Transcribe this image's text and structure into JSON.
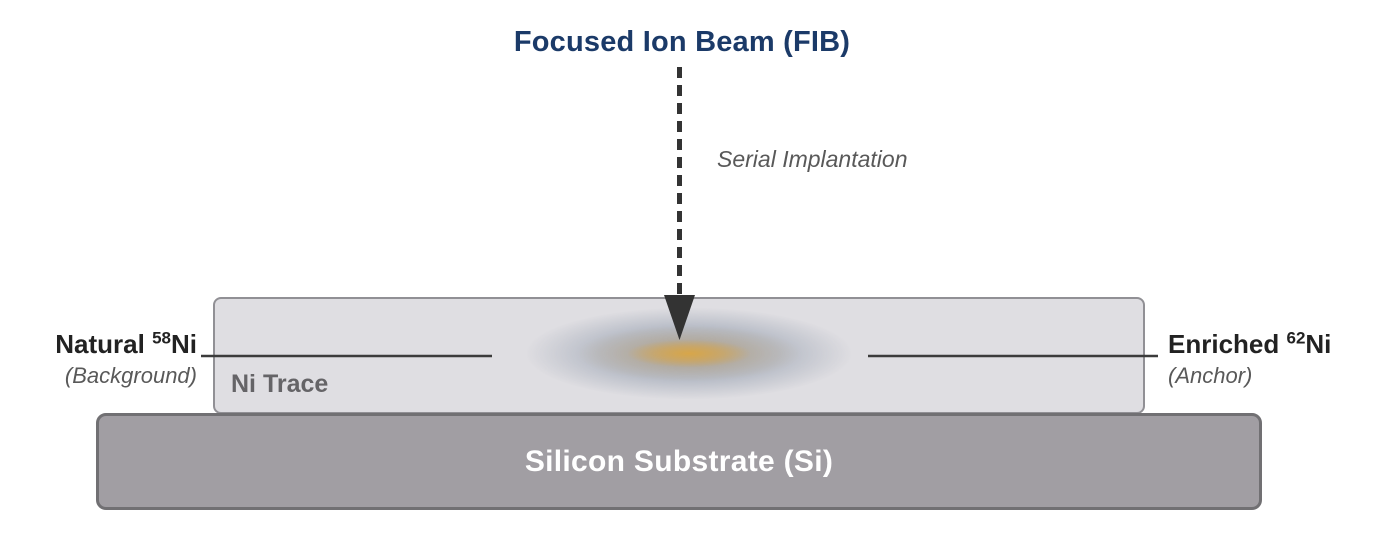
{
  "diagram": {
    "title": "Focused Ion Beam (FIB)",
    "beam_annotation": "Serial Implantation",
    "layer": {
      "label": "Ni Trace"
    },
    "substrate": {
      "label": "Silicon Substrate (Si)"
    },
    "left_label": {
      "name_prefix": "Natural ",
      "isotope_mass": "58",
      "isotope_element": "Ni",
      "role": "(Background)"
    },
    "right_label": {
      "name_prefix": "Enriched ",
      "isotope_mass": "62",
      "isotope_element": "Ni",
      "role": "(Anchor)"
    },
    "colors": {
      "title": "#1b3a68",
      "annotation": "#595959",
      "beam": "#333333",
      "layer_fill": "#dfdee2",
      "layer_border": "#919095",
      "glow_haze": "#8e99a8",
      "glow_core": "#d6a64e",
      "substrate_fill": "#a19ea3",
      "substrate_border": "#717073",
      "substrate_text": "#ffffff",
      "label_text": "#222222",
      "connector": "#3b3b3b",
      "ni_trace_text": "#656467"
    }
  }
}
